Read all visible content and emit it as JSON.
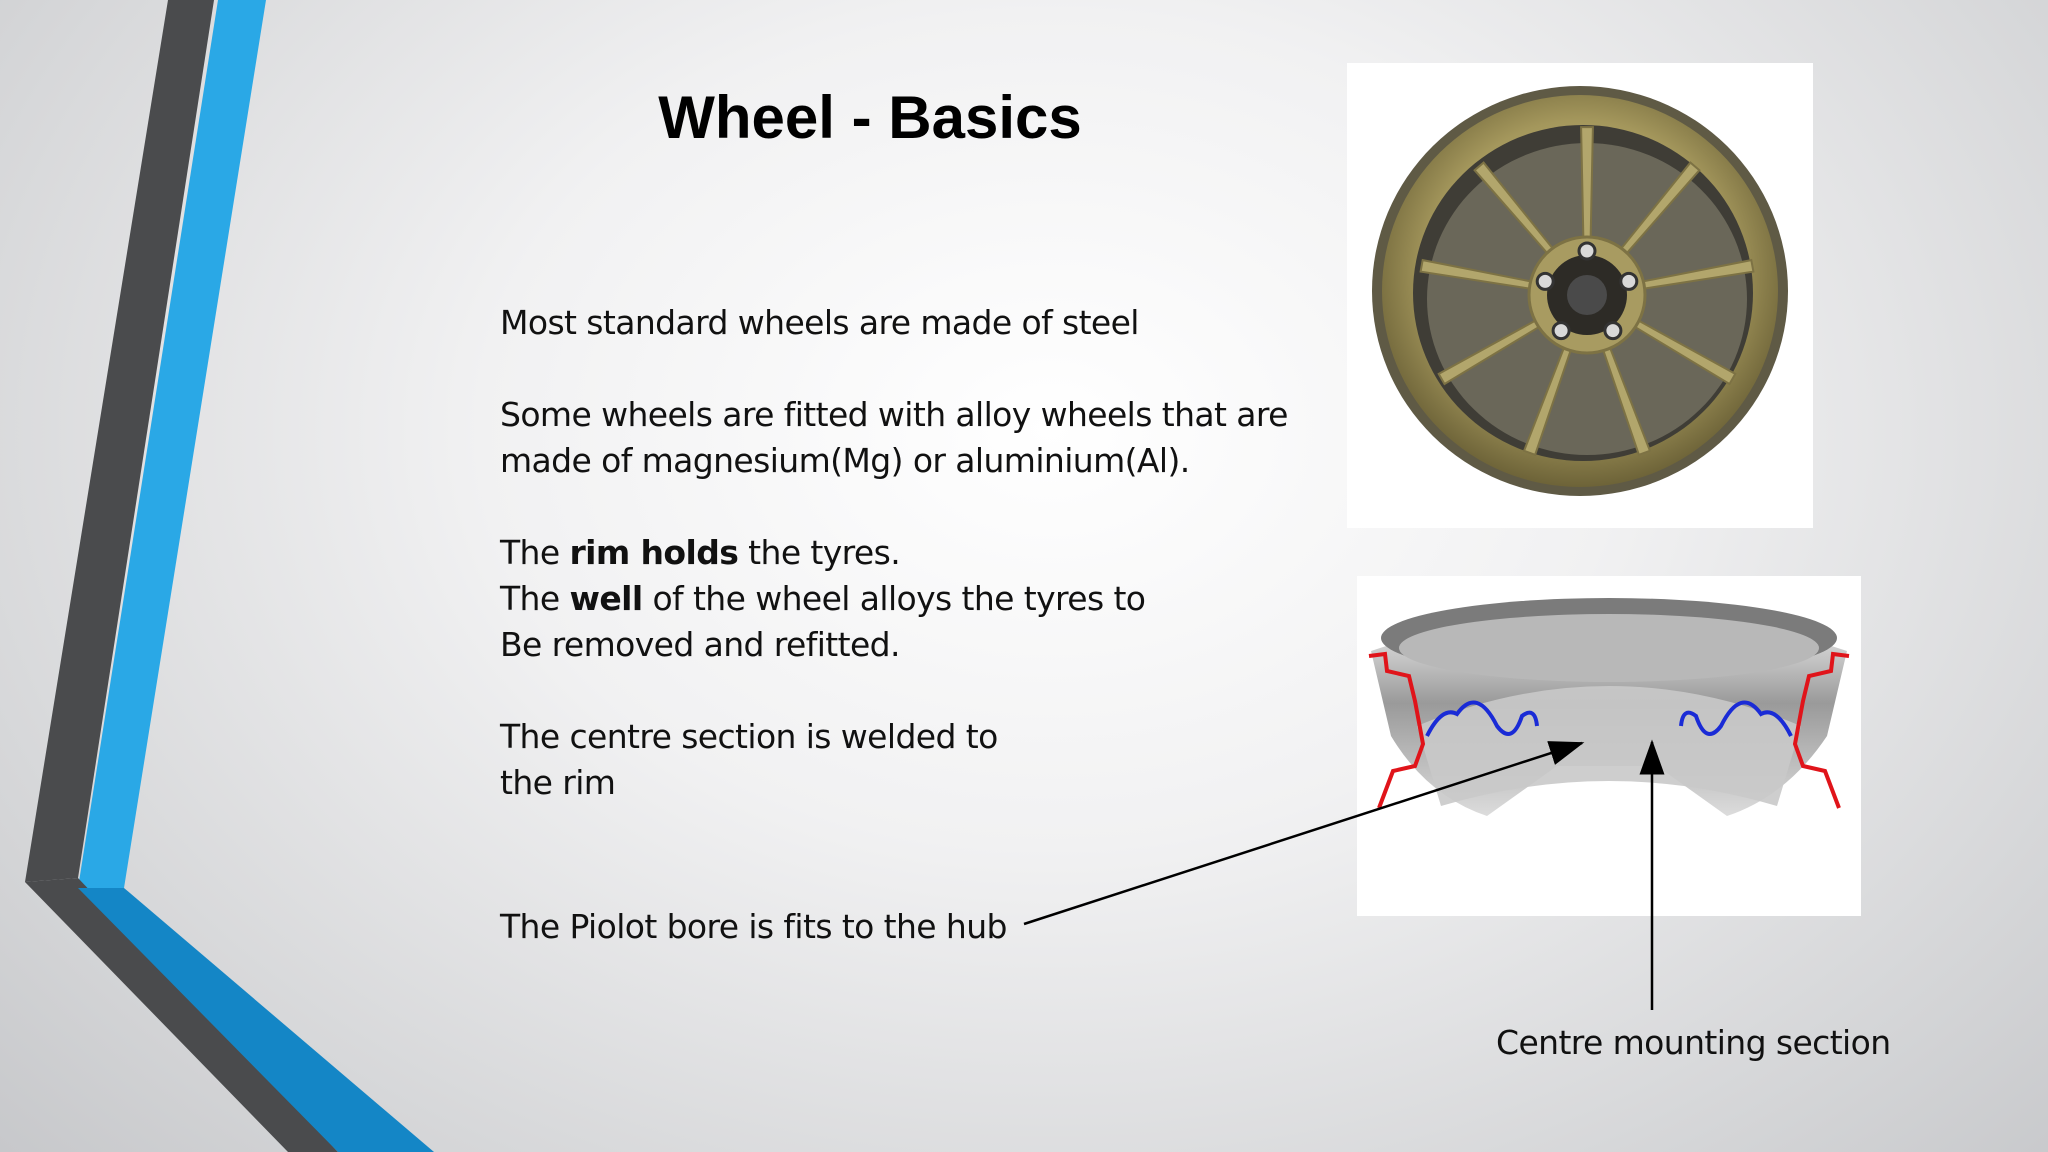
{
  "slide": {
    "title": "Wheel - Basics",
    "paragraphs": [
      {
        "lines": [
          [
            {
              "text": "Most standard wheels are made of steel",
              "bold": false
            }
          ]
        ]
      },
      {
        "lines": [
          [
            {
              "text": "Some wheels are fitted with alloy wheels that are",
              "bold": false
            }
          ],
          [
            {
              "text": "made of magnesium(Mg) or aluminium(Al).",
              "bold": false
            }
          ]
        ]
      },
      {
        "lines": [
          [
            {
              "text": "The ",
              "bold": false
            },
            {
              "text": "rim holds",
              "bold": true
            },
            {
              "text": " the tyres.",
              "bold": false
            }
          ],
          [
            {
              "text": "The ",
              "bold": false
            },
            {
              "text": "well",
              "bold": true
            },
            {
              "text": " of the wheel alloys the tyres to",
              "bold": false
            }
          ],
          [
            {
              "text": "Be removed and refitted.",
              "bold": false
            }
          ]
        ]
      },
      {
        "lines": [
          [
            {
              "text": "The centre  section is welded to",
              "bold": false
            }
          ],
          [
            {
              "text": "the rim",
              "bold": false
            }
          ]
        ]
      }
    ],
    "pilot_text": "The Piolot bore is fits to the hub",
    "caption": "Centre mounting section"
  },
  "images": {
    "wheel_photo": "gold-alloy-wheel-image",
    "section_photo": "wheel-cross-section-image"
  },
  "colors": {
    "accent_blue": "#2aa8e6",
    "accent_blue_dark": "#1486c6",
    "accent_gray": "#4b4c4e",
    "wheel_gold": "#a4975c",
    "rim_profile_red": "#e0141a",
    "well_profile_blue": "#1a2bd6"
  }
}
